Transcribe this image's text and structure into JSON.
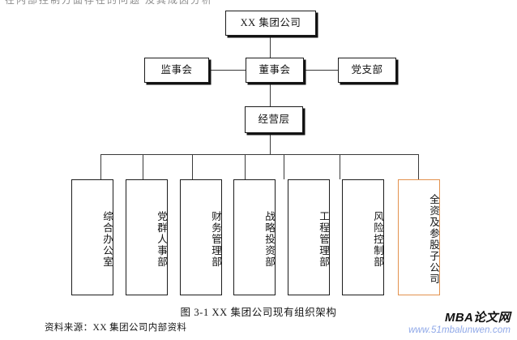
{
  "page": {
    "top_cut_text": "在内部控制方面存在的问题 及其成因分析",
    "caption": "图 3-1  XX 集团公司现有组织架构",
    "source_note": "资料来源：XX 集团公司内部资料"
  },
  "watermark": {
    "title": "MBA论文网",
    "url": "www.51mbalunwen.com",
    "title_color": "#111111",
    "url_color": "#8fa8e8"
  },
  "chart_data": {
    "type": "diagram",
    "title": "图 3-1  XX 集团公司现有组织架构",
    "orientation": "top-down",
    "levels": [
      {
        "level": 1,
        "nodes": [
          "XX 集团公司"
        ]
      },
      {
        "level": 2,
        "nodes": [
          "监事会",
          "董事会",
          "党支部"
        ]
      },
      {
        "level": 3,
        "nodes": [
          "经营层"
        ]
      },
      {
        "level": 4,
        "nodes": [
          "综合办公室",
          "党群人事部",
          "财务管理部",
          "战略投资部",
          "工程管理部",
          "风险控制部",
          "全资及参股子公司"
        ]
      }
    ],
    "edges": [
      {
        "from": "XX 集团公司",
        "to": "董事会"
      },
      {
        "from": "董事会",
        "to": "监事会"
      },
      {
        "from": "董事会",
        "to": "党支部"
      },
      {
        "from": "董事会",
        "to": "经营层"
      },
      {
        "from": "经营层",
        "to": "综合办公室"
      },
      {
        "from": "经营层",
        "to": "党群人事部"
      },
      {
        "from": "经营层",
        "to": "财务管理部"
      },
      {
        "from": "经营层",
        "to": "战略投资部"
      },
      {
        "from": "经营层",
        "to": "工程管理部"
      },
      {
        "from": "经营层",
        "to": "风险控制部"
      },
      {
        "from": "经营层",
        "to": "全资及参股子公司"
      }
    ],
    "highlighted_nodes": [
      "全资及参股子公司"
    ],
    "highlight_color": "#e3924e",
    "legend": [],
    "grid": false
  },
  "nodes": {
    "group_company": "XX 集团公司",
    "supervisory_board": "监事会",
    "board_of_directors": "董事会",
    "party_branch": "党支部",
    "management_layer": "经营层",
    "departments": [
      "综合办公室",
      "党群人事部",
      "财务管理部",
      "战略投资部",
      "工程管理部",
      "风险控制部",
      "全资及参股子公司"
    ]
  }
}
